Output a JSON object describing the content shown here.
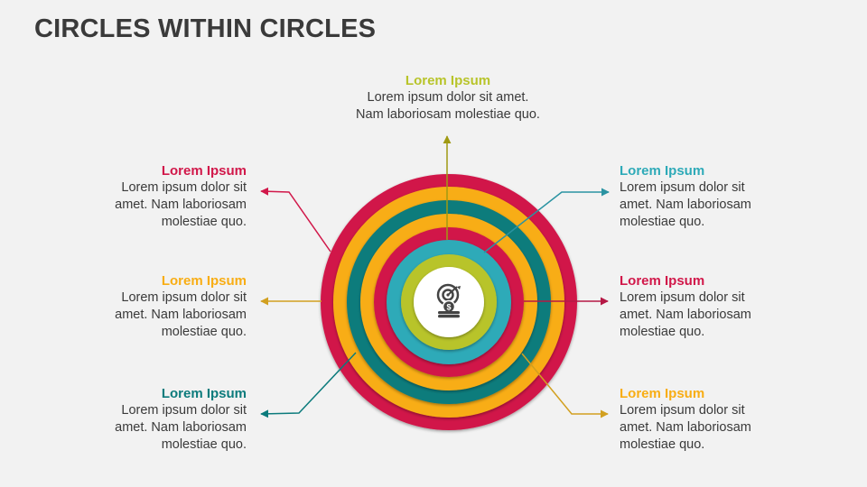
{
  "title": "CIRCLES WITHIN CIRCLES",
  "colors": {
    "crimson": "#d1184a",
    "amber": "#f8ad14",
    "teal": "#0c7b7c",
    "cyan": "#2eaab8",
    "lime": "#b8c42a",
    "olive": "#a09a12",
    "text": "#3a3a3a"
  },
  "callouts": {
    "top": {
      "heading": "Lorem Ipsum",
      "line1": "Lorem ipsum dolor sit amet.",
      "line2": "Nam laboriosam molestiae quo.",
      "color": "#b8c42a"
    },
    "left_top": {
      "heading": "Lorem Ipsum",
      "line1": "Lorem ipsum dolor sit",
      "line2": "amet. Nam laboriosam",
      "line3": "molestiae quo.",
      "color": "#d1184a"
    },
    "left_middle": {
      "heading": "Lorem Ipsum",
      "line1": "Lorem ipsum dolor sit",
      "line2": "amet. Nam laboriosam",
      "line3": "molestiae quo.",
      "color": "#f8ad14"
    },
    "left_bottom": {
      "heading": "Lorem Ipsum",
      "line1": "Lorem ipsum dolor sit",
      "line2": "amet. Nam laboriosam",
      "line3": "molestiae quo.",
      "color": "#0c7b7c"
    },
    "right_top": {
      "heading": "Lorem Ipsum",
      "line1": "Lorem ipsum dolor sit",
      "line2": "amet. Nam laboriosam",
      "line3": "molestiae quo.",
      "color": "#2eaab8"
    },
    "right_middle": {
      "heading": "Lorem Ipsum",
      "line1": "Lorem ipsum dolor sit",
      "line2": "amet. Nam laboriosam",
      "line3": "molestiae quo.",
      "color": "#d1184a"
    },
    "right_bottom": {
      "heading": "Lorem Ipsum",
      "line1": "Lorem ipsum dolor sit",
      "line2": "amet. Nam laboriosam",
      "line3": "molestiae quo.",
      "color": "#f8ad14"
    }
  },
  "center_icon": "target-with-coins-icon"
}
